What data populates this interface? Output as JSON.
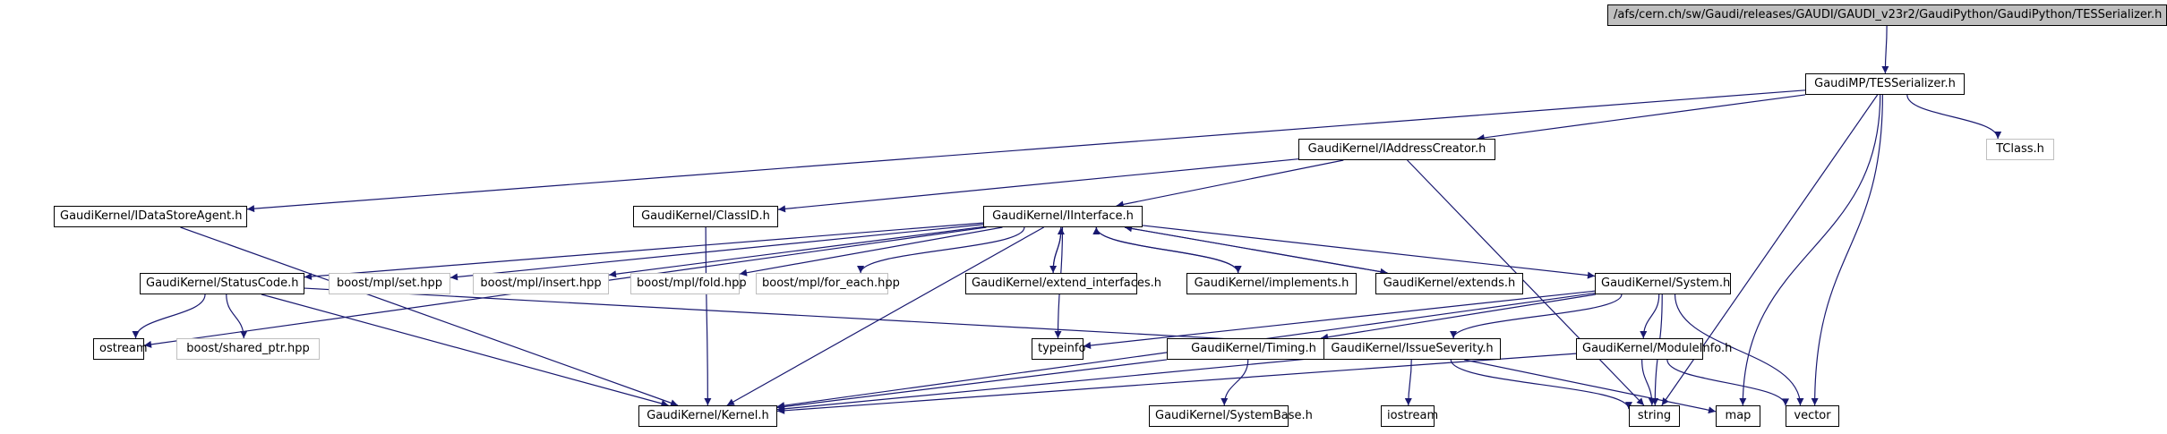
{
  "graph": {
    "title": "Include dependency graph for TESSerializer.h",
    "colors": {
      "edge": "#191970",
      "node_border": "#000000",
      "external_border": "#bfbfbf",
      "root_fill": "#bfbfbf"
    },
    "nodes": [
      {
        "id": "root",
        "label": "/afs/cern.ch/sw/Gaudi/releases/GAUDI/GAUDI_v23r2/GaudiPython/GaudiPython/TESSerializer.h",
        "kind": "root"
      },
      {
        "id": "tesser",
        "label": "GaudiMP/TESSerializer.h",
        "kind": "internal"
      },
      {
        "id": "iaddr",
        "label": "GaudiKernel/IAddressCreator.h",
        "kind": "internal"
      },
      {
        "id": "tclass",
        "label": "TClass.h",
        "kind": "external"
      },
      {
        "id": "idsa",
        "label": "GaudiKernel/IDataStoreAgent.h",
        "kind": "internal"
      },
      {
        "id": "classid",
        "label": "GaudiKernel/ClassID.h",
        "kind": "internal"
      },
      {
        "id": "iinterface",
        "label": "GaudiKernel/IInterface.h",
        "kind": "internal"
      },
      {
        "id": "statuscode",
        "label": "GaudiKernel/StatusCode.h",
        "kind": "internal"
      },
      {
        "id": "mplset",
        "label": "boost/mpl/set.hpp",
        "kind": "external"
      },
      {
        "id": "mplinsert",
        "label": "boost/mpl/insert.hpp",
        "kind": "external"
      },
      {
        "id": "mplfold",
        "label": "boost/mpl/fold.hpp",
        "kind": "external"
      },
      {
        "id": "mplforeach",
        "label": "boost/mpl/for_each.hpp",
        "kind": "external"
      },
      {
        "id": "extendif",
        "label": "GaudiKernel/extend_interfaces.h",
        "kind": "internal"
      },
      {
        "id": "implements",
        "label": "GaudiKernel/implements.h",
        "kind": "internal"
      },
      {
        "id": "extends",
        "label": "GaudiKernel/extends.h",
        "kind": "internal"
      },
      {
        "id": "system",
        "label": "GaudiKernel/System.h",
        "kind": "internal"
      },
      {
        "id": "ostream",
        "label": "ostream",
        "kind": "internal"
      },
      {
        "id": "sharedptr",
        "label": "boost/shared_ptr.hpp",
        "kind": "external"
      },
      {
        "id": "typeinfo",
        "label": "typeinfo",
        "kind": "internal"
      },
      {
        "id": "timing",
        "label": "GaudiKernel/Timing.h",
        "kind": "internal"
      },
      {
        "id": "issue",
        "label": "GaudiKernel/IssueSeverity.h",
        "kind": "internal"
      },
      {
        "id": "moduleinfo",
        "label": "GaudiKernel/ModuleInfo.h",
        "kind": "internal"
      },
      {
        "id": "kernel",
        "label": "GaudiKernel/Kernel.h",
        "kind": "internal"
      },
      {
        "id": "systembase",
        "label": "GaudiKernel/SystemBase.h",
        "kind": "internal"
      },
      {
        "id": "iostream",
        "label": "iostream",
        "kind": "internal"
      },
      {
        "id": "string",
        "label": "string",
        "kind": "internal"
      },
      {
        "id": "map",
        "label": "map",
        "kind": "internal"
      },
      {
        "id": "vector",
        "label": "vector",
        "kind": "internal"
      }
    ],
    "edges": [
      [
        "root",
        "tesser"
      ],
      [
        "tesser",
        "idsa"
      ],
      [
        "tesser",
        "iaddr"
      ],
      [
        "tesser",
        "tclass"
      ],
      [
        "tesser",
        "string"
      ],
      [
        "tesser",
        "map"
      ],
      [
        "tesser",
        "vector"
      ],
      [
        "iaddr",
        "classid"
      ],
      [
        "iaddr",
        "iinterface"
      ],
      [
        "iaddr",
        "string"
      ],
      [
        "idsa",
        "kernel"
      ],
      [
        "classid",
        "kernel"
      ],
      [
        "iinterface",
        "kernel"
      ],
      [
        "iinterface",
        "ostream"
      ],
      [
        "iinterface",
        "statuscode"
      ],
      [
        "iinterface",
        "mplset"
      ],
      [
        "iinterface",
        "mplinsert"
      ],
      [
        "iinterface",
        "mplfold"
      ],
      [
        "iinterface",
        "mplforeach"
      ],
      [
        "iinterface",
        "extendif"
      ],
      [
        "iinterface",
        "implements"
      ],
      [
        "iinterface",
        "extends"
      ],
      [
        "iinterface",
        "system"
      ],
      [
        "iinterface",
        "typeinfo"
      ],
      [
        "extendif",
        "iinterface"
      ],
      [
        "implements",
        "iinterface"
      ],
      [
        "extends",
        "iinterface"
      ],
      [
        "statuscode",
        "ostream"
      ],
      [
        "statuscode",
        "sharedptr"
      ],
      [
        "statuscode",
        "kernel"
      ],
      [
        "statuscode",
        "issue"
      ],
      [
        "system",
        "kernel"
      ],
      [
        "system",
        "typeinfo"
      ],
      [
        "system",
        "timing"
      ],
      [
        "system",
        "issue"
      ],
      [
        "system",
        "moduleinfo"
      ],
      [
        "system",
        "string"
      ],
      [
        "system",
        "vector"
      ],
      [
        "timing",
        "kernel"
      ],
      [
        "timing",
        "systembase"
      ],
      [
        "issue",
        "kernel"
      ],
      [
        "issue",
        "iostream"
      ],
      [
        "issue",
        "string"
      ],
      [
        "issue",
        "map"
      ],
      [
        "moduleinfo",
        "kernel"
      ],
      [
        "moduleinfo",
        "string"
      ],
      [
        "moduleinfo",
        "vector"
      ]
    ]
  }
}
